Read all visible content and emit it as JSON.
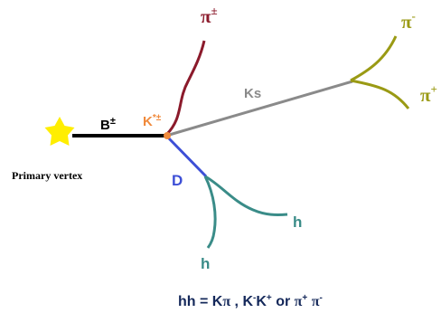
{
  "labels": {
    "b_meson": "B",
    "b_charge": "±",
    "k_star": "K",
    "k_star_sup": "*±",
    "kshort": "Ks",
    "pion_top": "π",
    "pion_top_charge": "±",
    "pion_minus": "π",
    "pion_minus_charge": "-",
    "pion_plus": "π",
    "pion_plus_charge": "+",
    "d_meson": "D",
    "h_upper": "h",
    "h_lower": "h",
    "primary_vertex": "Primary vertex"
  },
  "caption": {
    "hh": "hh",
    "eq": " = ",
    "k1": "K",
    "pi1": "π",
    "sep": " , ",
    "k2": "K",
    "minus1": "-",
    "k3": "K",
    "plus1": "+",
    "or": " or ",
    "pi2": "π",
    "plus2": "+",
    "space": " ",
    "pi3": "π",
    "minus2": "-"
  },
  "colors": {
    "b_track": "#000000",
    "star": "#ffee00",
    "k_star_vertex": "#f08a3c",
    "pion_top": "#8b1a2b",
    "kshort_track": "#8a8a8a",
    "kshort_pions": "#9a9a14",
    "d_track": "#3d4fd6",
    "h_tracks": "#3a8c88",
    "caption": "#14285a"
  }
}
